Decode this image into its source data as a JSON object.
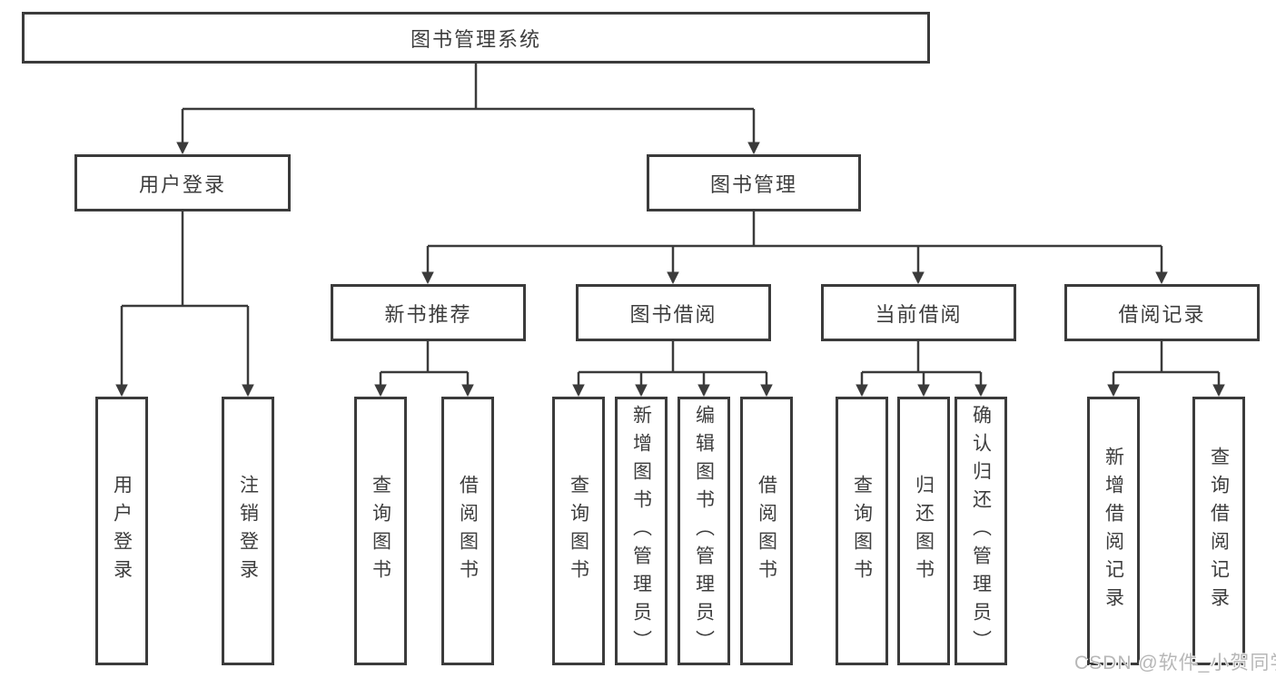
{
  "diagram": {
    "root": {
      "label": "图书管理系统"
    },
    "level2": [
      {
        "label": "用户登录"
      },
      {
        "label": "图书管理"
      }
    ],
    "level3": [
      {
        "label": "新书推荐"
      },
      {
        "label": "图书借阅"
      },
      {
        "label": "当前借阅"
      },
      {
        "label": "借阅记录"
      }
    ],
    "leaves": {
      "login": [
        "用户登录",
        "注销登录"
      ],
      "newbook": [
        "查询图书",
        "借阅图书"
      ],
      "borrow": [
        "查询图书",
        "新增图书（管理员）",
        "编辑图书（管理员）",
        "借阅图书"
      ],
      "current": [
        "查询图书",
        "归还图书",
        "确认归还（管理员）"
      ],
      "records": [
        "新增借阅记录",
        "查询借阅记录"
      ]
    },
    "watermark": "CSDN @软件_小贺同学",
    "colors": {
      "line": "#3b3b3b",
      "text": "#3d3d3d",
      "watermark_text": "#b7b7b7",
      "background": "#ffffff"
    }
  }
}
